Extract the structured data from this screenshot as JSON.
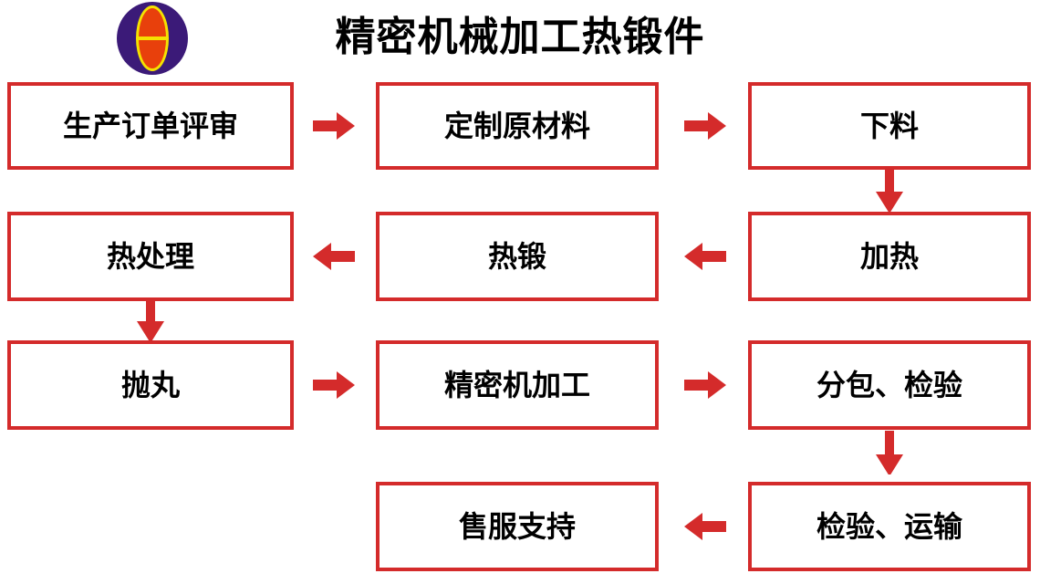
{
  "header": {
    "title": "精密机械加工热锻件",
    "logo_name": "company-logo"
  },
  "colors": {
    "box_border": "#d42b2b",
    "arrow": "#d42b2b",
    "text": "#000000",
    "logo_outer": "#3b1a78",
    "logo_inner": "#e8400c",
    "logo_ring": "#f5e200",
    "background": "#ffffff"
  },
  "flow": {
    "nodes": [
      {
        "id": "n1",
        "label": "生产订单评审",
        "row": 1,
        "col": 1
      },
      {
        "id": "n2",
        "label": "定制原材料",
        "row": 1,
        "col": 2
      },
      {
        "id": "n3",
        "label": "下料",
        "row": 1,
        "col": 3
      },
      {
        "id": "n4",
        "label": "热处理",
        "row": 2,
        "col": 1
      },
      {
        "id": "n5",
        "label": "热锻",
        "row": 2,
        "col": 2
      },
      {
        "id": "n6",
        "label": "加热",
        "row": 2,
        "col": 3
      },
      {
        "id": "n7",
        "label": "抛丸",
        "row": 3,
        "col": 1
      },
      {
        "id": "n8",
        "label": "精密机加工",
        "row": 3,
        "col": 2
      },
      {
        "id": "n9",
        "label": "分包、检验",
        "row": 3,
        "col": 3
      },
      {
        "id": "n10",
        "label": "售服支持",
        "row": 4,
        "col": 2
      },
      {
        "id": "n11",
        "label": "检验、运输",
        "row": 4,
        "col": 3
      }
    ],
    "connectors": [
      {
        "id": "a1",
        "from": "n1",
        "to": "n2",
        "direction": "right"
      },
      {
        "id": "a2",
        "from": "n2",
        "to": "n3",
        "direction": "right"
      },
      {
        "id": "a3",
        "from": "n3",
        "to": "n6",
        "direction": "down"
      },
      {
        "id": "a4",
        "from": "n6",
        "to": "n5",
        "direction": "left"
      },
      {
        "id": "a5",
        "from": "n5",
        "to": "n4",
        "direction": "left"
      },
      {
        "id": "a6",
        "from": "n4",
        "to": "n7",
        "direction": "down"
      },
      {
        "id": "a7",
        "from": "n7",
        "to": "n8",
        "direction": "right"
      },
      {
        "id": "a8",
        "from": "n8",
        "to": "n9",
        "direction": "right"
      },
      {
        "id": "a9",
        "from": "n9",
        "to": "n11",
        "direction": "down"
      },
      {
        "id": "a10",
        "from": "n11",
        "to": "n10",
        "direction": "left"
      }
    ]
  }
}
